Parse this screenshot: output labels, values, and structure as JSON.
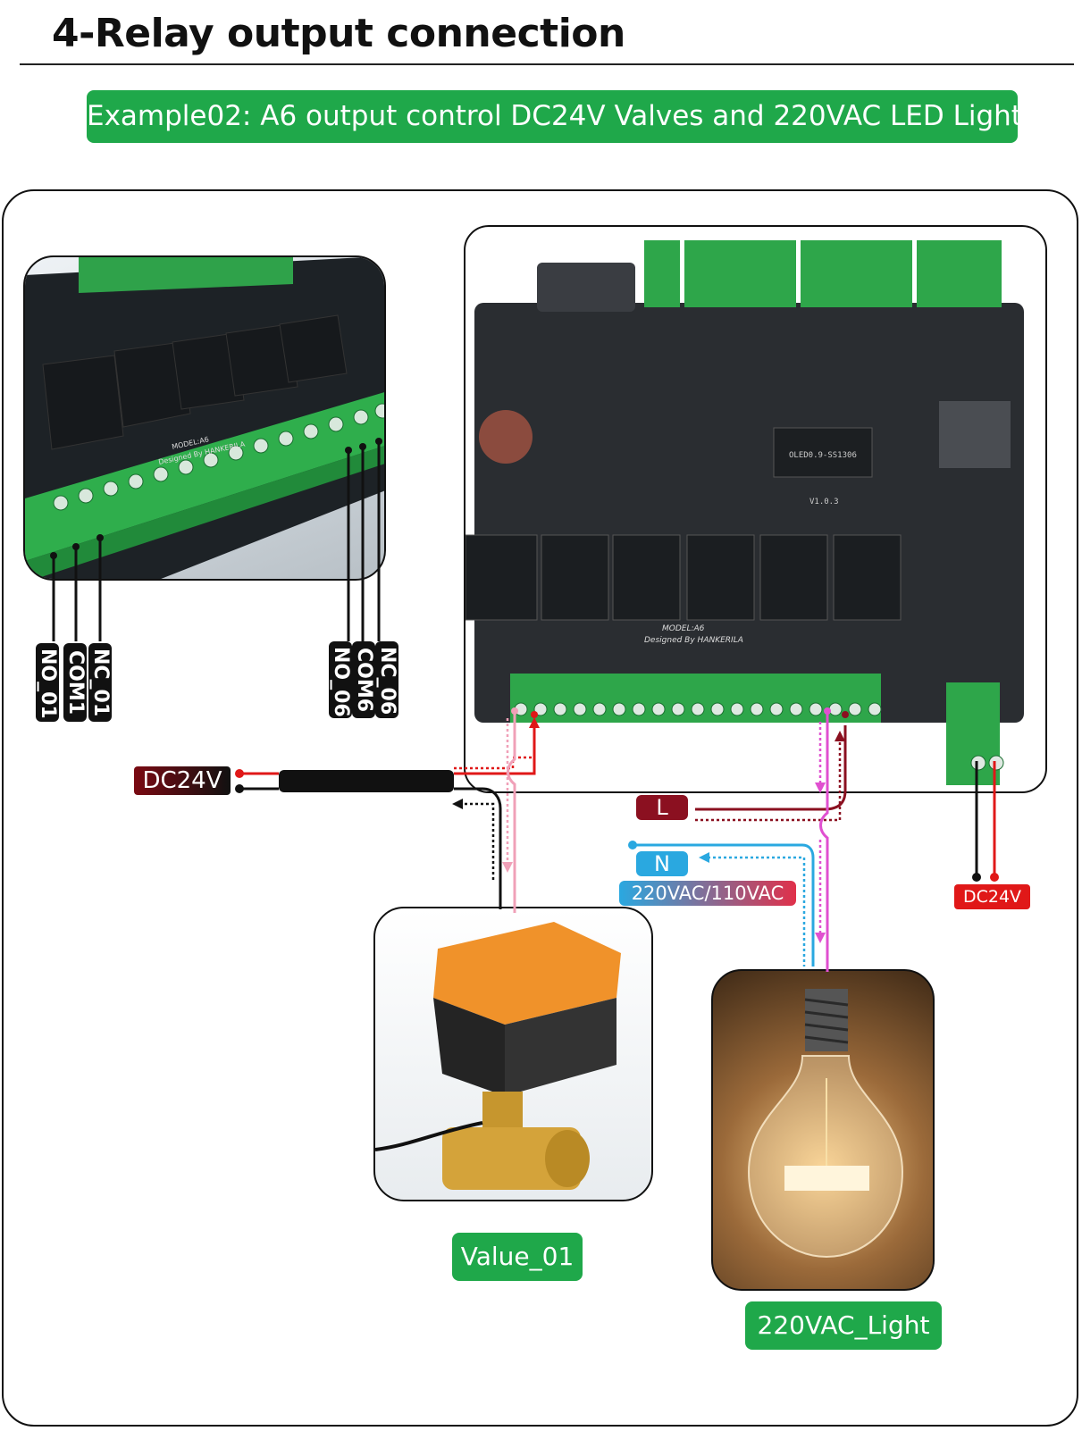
{
  "header": {
    "title": "4-Relay output connection",
    "banner": "Example02: A6 output control DC24V  Valves and 220VAC LED Light"
  },
  "relay_photo": {
    "model_text": "MODEL:A6",
    "designer_text": "Designed By  HANKERILA",
    "terminals_left": [
      "NO_01",
      "COM1",
      "NC_01"
    ],
    "terminals_right": [
      "NO_06",
      "COM6",
      "NC_06"
    ]
  },
  "board": {
    "oled_text": "OLED0.9-SS1306",
    "version_text": "V1.0.3",
    "model_text": "MODEL:A6",
    "designer_text": "Designed By  HANKERILA"
  },
  "wiring": {
    "dc_supply_label": "DC24V",
    "line_label": "L",
    "neutral_label": "N",
    "mains_label": "220VAC/110VAC",
    "board_power_label": "DC24V"
  },
  "devices": {
    "valve_label": "Value_01",
    "light_label": "220VAC_Light"
  },
  "colors": {
    "green": "#1fa84a",
    "dc_red": "#e01818",
    "line_dark_red": "#8b1020",
    "neutral_blue": "#2aa8e0",
    "pink": "#f0a0b8",
    "magenta": "#e050d0"
  }
}
